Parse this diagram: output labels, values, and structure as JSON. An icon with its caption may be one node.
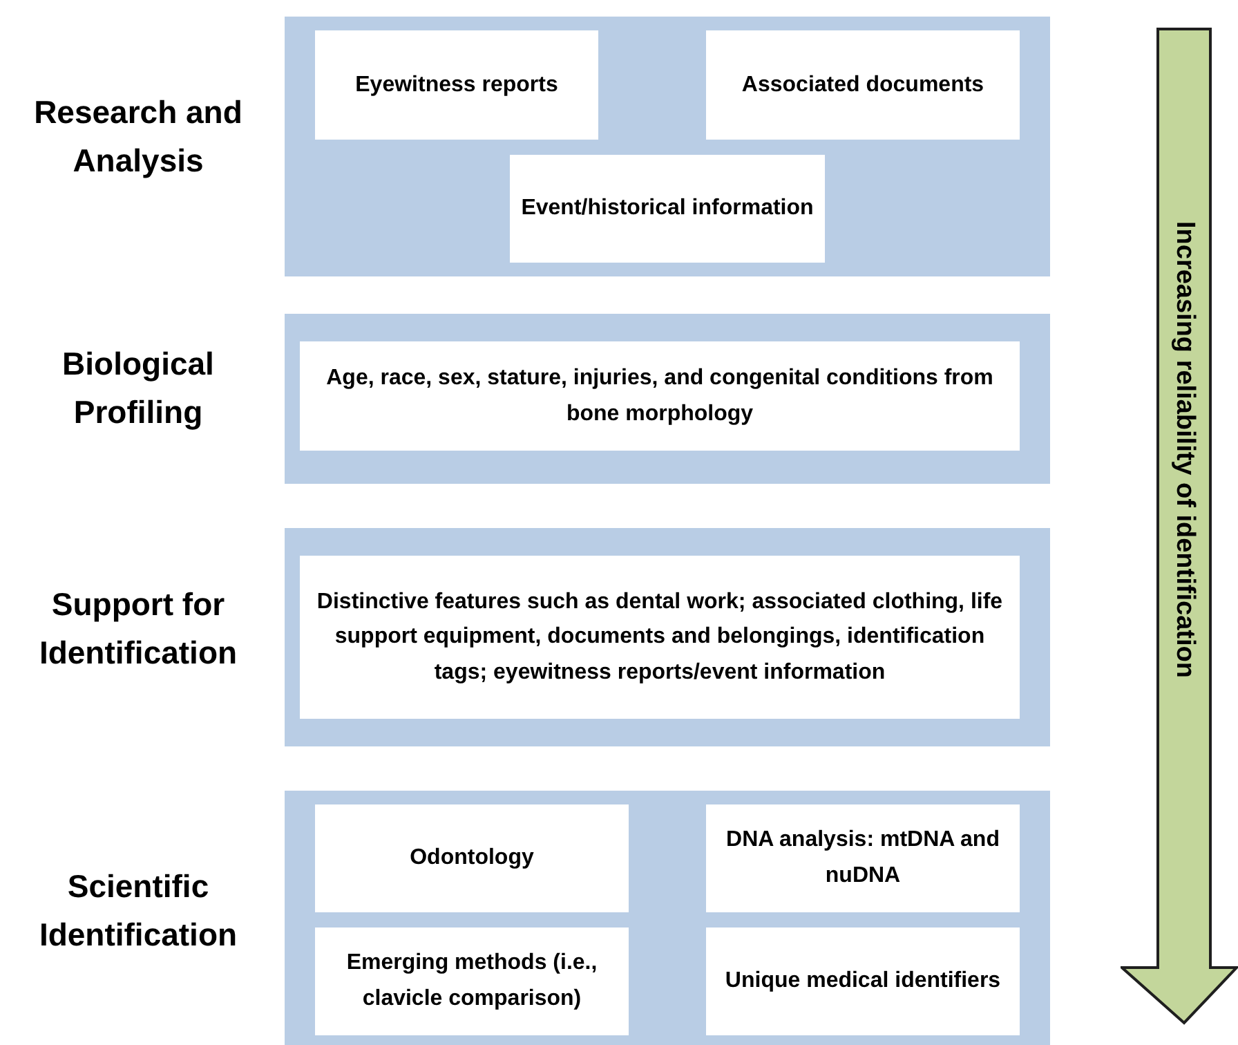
{
  "diagram": {
    "nodes": [
      {
        "text": [
          "Research and Analysis"
        ]
      },
      {
        "text": [
          "Eyewitness reports"
        ],
        "in": 0
      },
      {
        "text": [
          "Associated documents"
        ],
        "in": 0
      },
      {
        "text": [
          "Event/historical information"
        ],
        "in": 0
      },
      {
        "text": [
          "Biological Profiling"
        ]
      },
      {
        "text": [
          "Age, race, sex, stature, injuries, and congenital conditions from bone morphology"
        ],
        "in": 4
      },
      {
        "text": [
          "Support for Identification"
        ]
      },
      {
        "text": [
          "Distinctive features such as dental work; associated clothing, life support equipment, documents and belongings, identification tags; eyewitness reports/event information"
        ],
        "in": 6
      },
      {
        "text": [
          "Scientific Identification"
        ]
      },
      {
        "text": [
          "Odontology"
        ],
        "in": 8
      },
      {
        "text": [
          "DNA analysis: mtDNA and nuDNA"
        ],
        "in": 8
      },
      {
        "text": [
          "Emerging methods (i.e., clavicle comparison)"
        ],
        "in": 8
      },
      {
        "text": [
          "Unique medical identifiers"
        ],
        "in": 8
      },
      {
        "text": [
          "Increasing reliability of identification"
        ]
      }
    ],
    "edges": []
  }
}
